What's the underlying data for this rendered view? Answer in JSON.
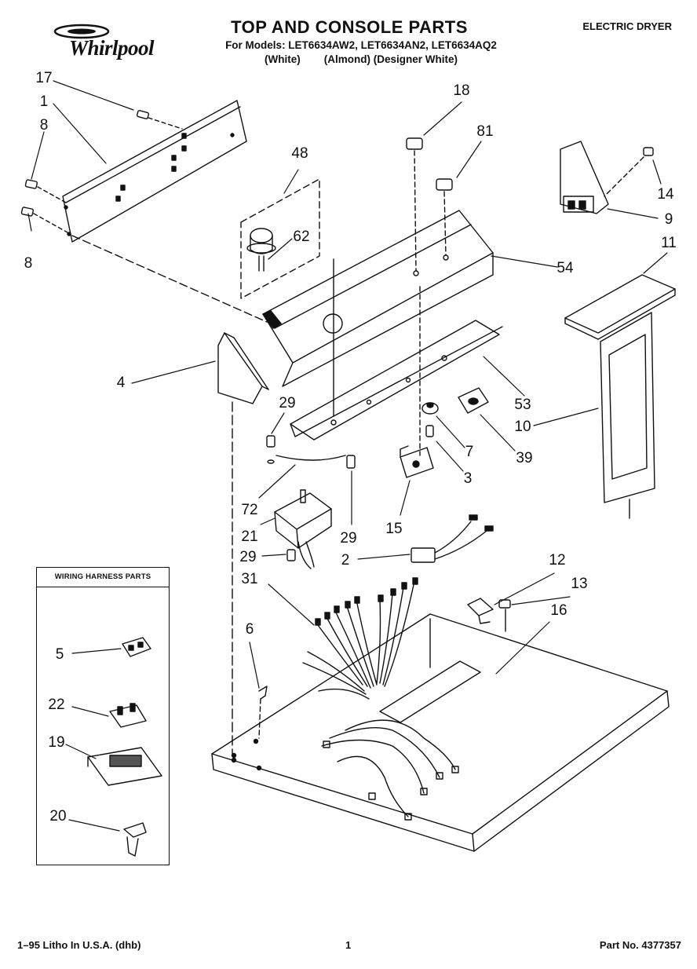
{
  "header": {
    "brand": "Whirlpool",
    "title": "TOP AND CONSOLE PARTS",
    "models_line": "For Models: LET6634AW2, LET6634AN2, LET6634AQ2",
    "colors_line": "(White)        (Almond) (Designer White)",
    "product_type": "ELECTRIC DRYER"
  },
  "inset": {
    "heading": "WIRING HARNESS PARTS",
    "callouts": [
      {
        "id": "inset-5",
        "text": "5"
      },
      {
        "id": "inset-22",
        "text": "22"
      },
      {
        "id": "inset-19",
        "text": "19"
      },
      {
        "id": "inset-20",
        "text": "20"
      }
    ]
  },
  "callouts": [
    {
      "id": "c17",
      "text": "17"
    },
    {
      "id": "c1",
      "text": "1"
    },
    {
      "id": "c8a",
      "text": "8"
    },
    {
      "id": "c8b",
      "text": "8"
    },
    {
      "id": "c48",
      "text": "48"
    },
    {
      "id": "c62",
      "text": "62"
    },
    {
      "id": "c18",
      "text": "18"
    },
    {
      "id": "c81",
      "text": "81"
    },
    {
      "id": "c14",
      "text": "14"
    },
    {
      "id": "c9",
      "text": "9"
    },
    {
      "id": "c54",
      "text": "54"
    },
    {
      "id": "c11",
      "text": "11"
    },
    {
      "id": "c4",
      "text": "4"
    },
    {
      "id": "c29a",
      "text": "29"
    },
    {
      "id": "c53",
      "text": "53"
    },
    {
      "id": "c10",
      "text": "10"
    },
    {
      "id": "c7",
      "text": "7"
    },
    {
      "id": "c39",
      "text": "39"
    },
    {
      "id": "c3",
      "text": "3"
    },
    {
      "id": "c72",
      "text": "72"
    },
    {
      "id": "c15",
      "text": "15"
    },
    {
      "id": "c21",
      "text": "21"
    },
    {
      "id": "c29b",
      "text": "29"
    },
    {
      "id": "c29c",
      "text": "29"
    },
    {
      "id": "c2",
      "text": "2"
    },
    {
      "id": "c12",
      "text": "12"
    },
    {
      "id": "c31",
      "text": "31"
    },
    {
      "id": "c13",
      "text": "13"
    },
    {
      "id": "c16",
      "text": "16"
    },
    {
      "id": "c6",
      "text": "6"
    }
  ],
  "footer": {
    "left": "1–95 Litho In U.S.A. (dhb)",
    "page_number": "1",
    "part_number": "Part No. 4377357"
  }
}
